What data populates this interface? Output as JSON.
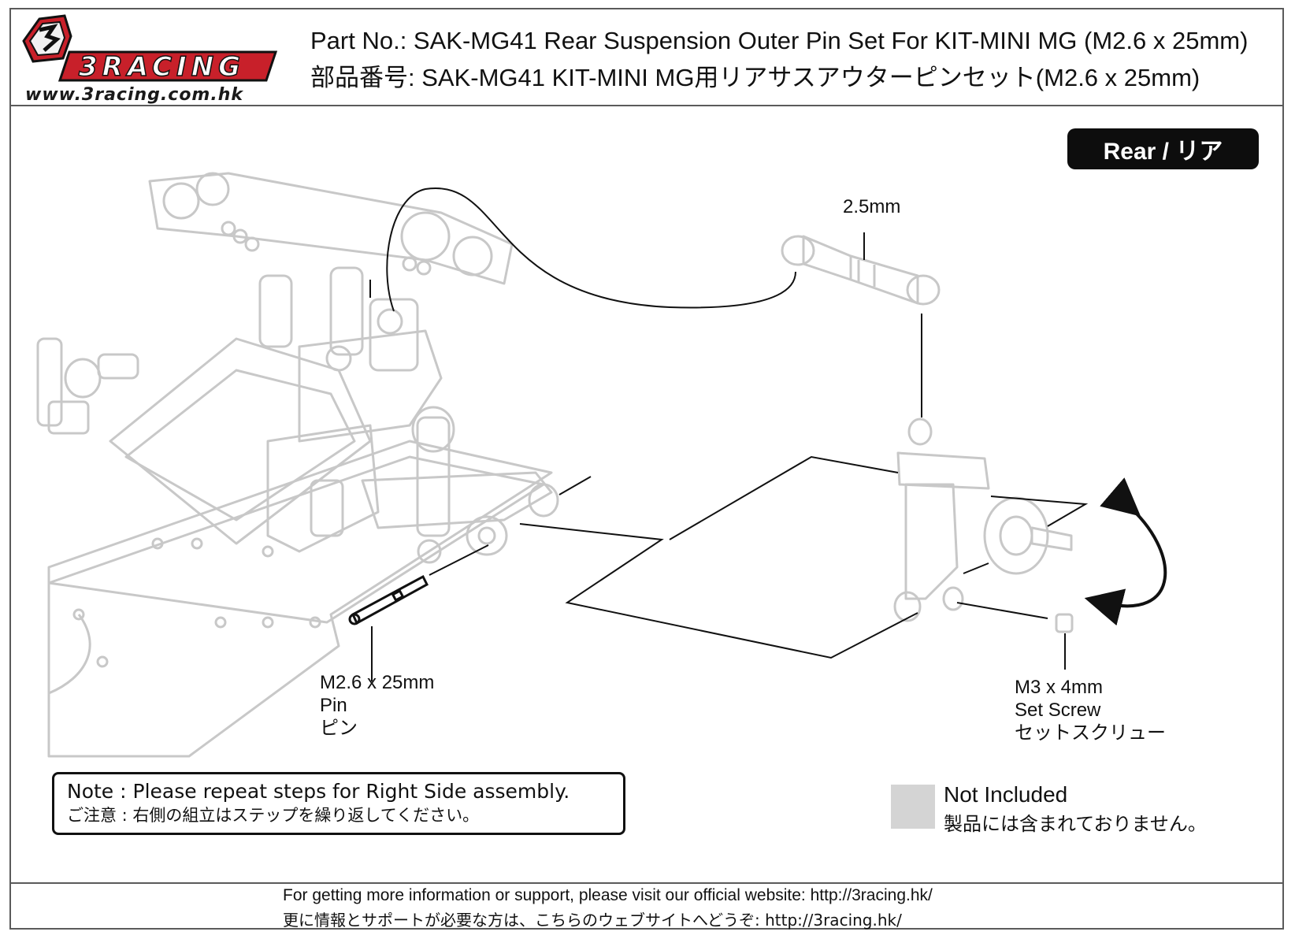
{
  "header": {
    "logo_text": "3RACING",
    "logo_url": "www.3racing.com.hk",
    "title_en": "Part No.: SAK-MG41  Rear Suspension Outer Pin Set For KIT-MINI MG (M2.6 x 25mm)",
    "title_jp": "部品番号: SAK-MG41  KIT-MINI MG用リアサスアウターピンセット(M2.6 x 25mm)"
  },
  "diagram": {
    "rear_badge": "Rear / リア",
    "label_turnbuckle": "2.5mm",
    "pin_label": {
      "size": "M2.6 x 25mm",
      "en": "Pin",
      "jp": "ピン"
    },
    "screw_label": {
      "size": "M3 x 4mm",
      "en": "Set Screw",
      "jp": "セットスクリュー"
    }
  },
  "note": {
    "en": "Note : Please repeat steps for Right Side assembly.",
    "jp": "ご注意 : 右側の組立はステップを繰り返してください。"
  },
  "legend": {
    "swatch_color": "#d4d4d4",
    "en": "Not Included",
    "jp": "製品には含まれておりません。"
  },
  "footer": {
    "en": "For getting more information or support, please visit our official website: http://3racing.hk/",
    "jp": "更に情報とサポートが必要な方は、こちらのウェブサイトへどうぞ: http://3racing.hk/"
  },
  "colors": {
    "logo_red": "#c8202a",
    "part_gray": "#c8c8c8",
    "ink": "#111111"
  }
}
